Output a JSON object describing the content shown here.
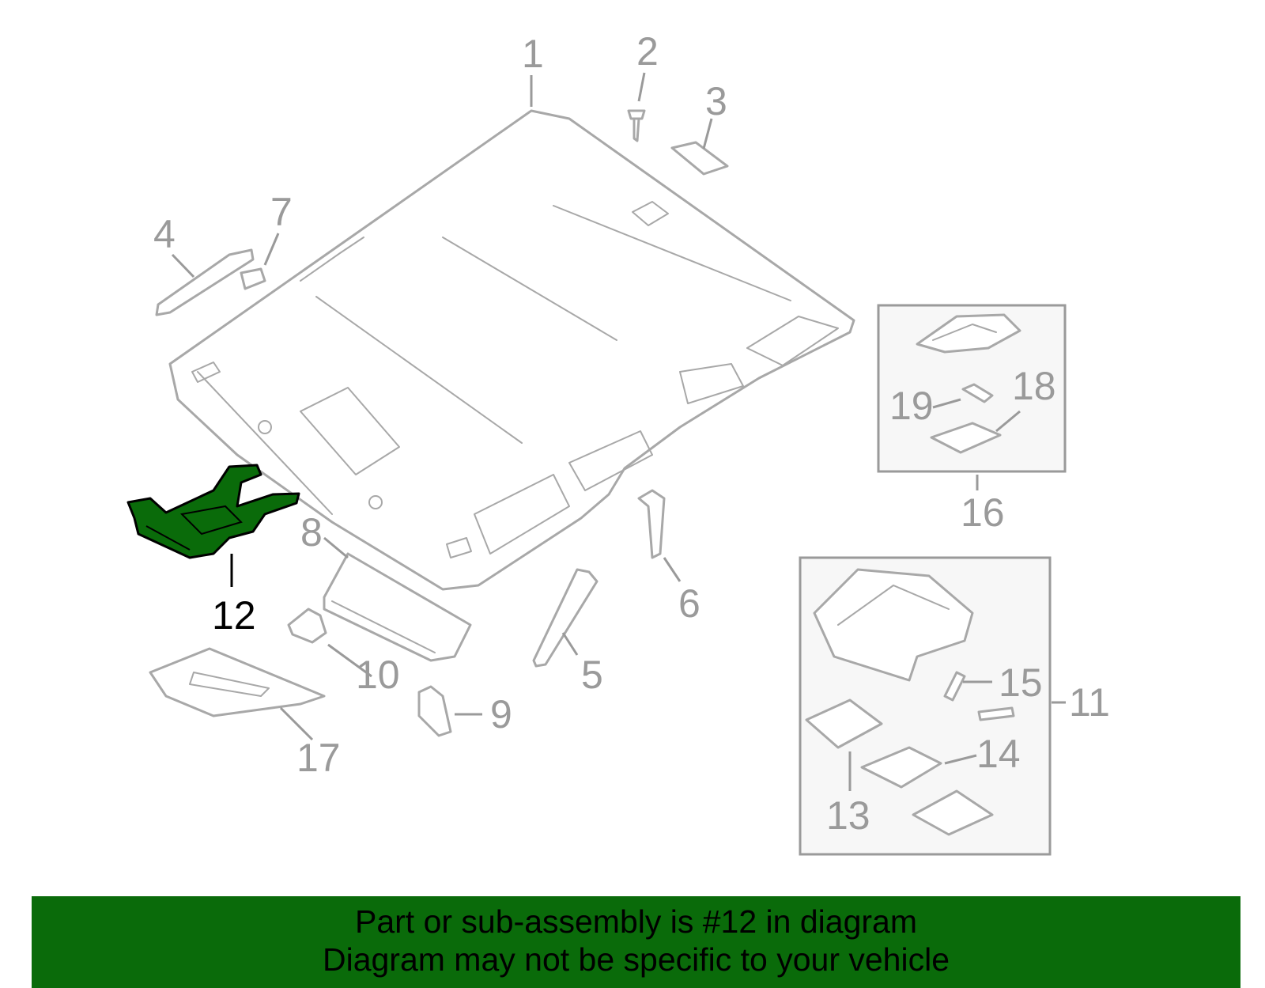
{
  "callouts": {
    "c1": "1",
    "c2": "2",
    "c3": "3",
    "c4": "4",
    "c5": "5",
    "c6": "6",
    "c7": "7",
    "c8": "8",
    "c9": "9",
    "c10": "10",
    "c11": "11",
    "c12": "12",
    "c13": "13",
    "c14": "14",
    "c15": "15",
    "c16": "16",
    "c17": "17",
    "c18": "18",
    "c19": "19"
  },
  "banner": {
    "line1": "Part or sub-assembly is #12 in diagram",
    "line2": "Diagram may not be specific to your vehicle"
  },
  "colors": {
    "highlight_part": "#0a6b0a",
    "banner_background": "#0a6b0a",
    "line_art": "#a8a8a8"
  }
}
